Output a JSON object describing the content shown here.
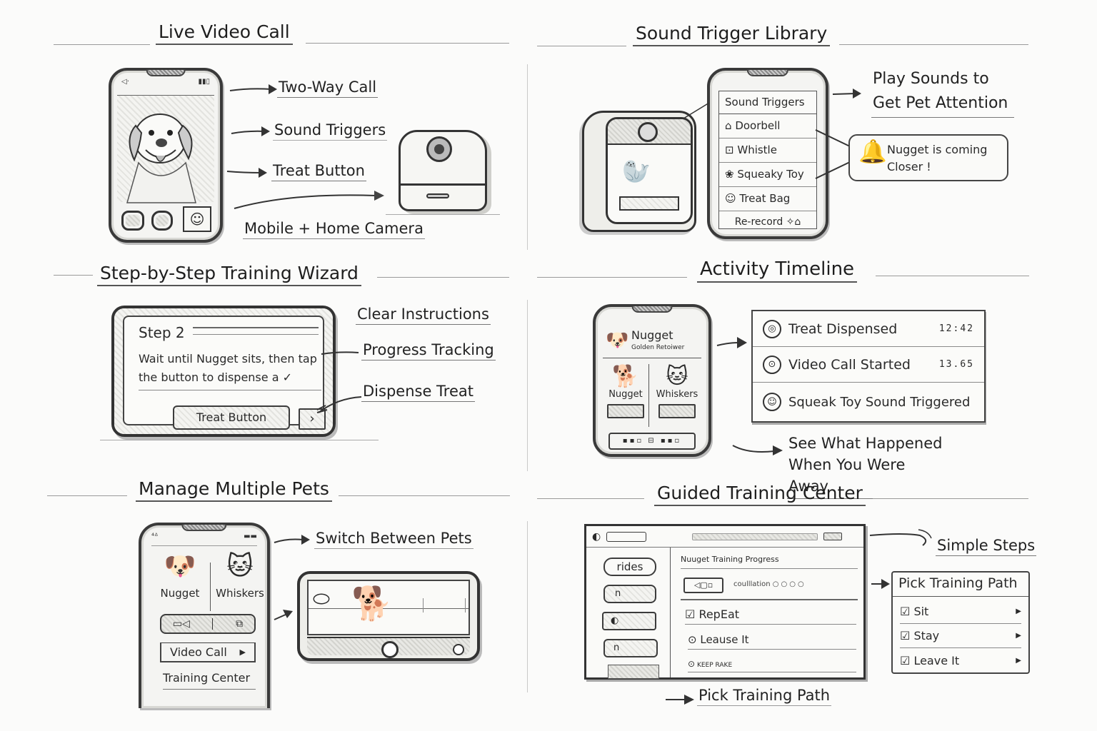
{
  "sections": {
    "live_video_call": {
      "title": "Live Video Call",
      "callouts": [
        "Two-Way Call",
        "Sound Triggers",
        "Treat Button",
        "Mobile + Home Camera"
      ],
      "phone_status_left": "◁·",
      "phone_status_right": "▮▮▯"
    },
    "sound_trigger_library": {
      "title": "Sound Trigger Library",
      "list_header": "Sound Triggers",
      "items": [
        {
          "icon": "⌂",
          "label": "Doorbell"
        },
        {
          "icon": "⊡",
          "label": "Whistle"
        },
        {
          "icon": "❀",
          "label": "Squeaky Toy"
        },
        {
          "icon": "☺",
          "label": "Treat Bag"
        }
      ],
      "rerecord_label": "Re-record ✧⌂",
      "callout": "Play Sounds to Get Pet Attention",
      "notification": "Nugget is coming Closer !"
    },
    "training_wizard": {
      "title": "Step-by-Step Training Wizard",
      "step_label": "Step 2",
      "instruction": "Wait until Nugget sits, then tap the button to dispense a ✓",
      "treat_button": "Treat Button",
      "next_button": "›",
      "callouts": [
        "Clear Instructions",
        "Progress Tracking",
        "Dispense Treat"
      ]
    },
    "activity_timeline": {
      "title": "Activity Timeline",
      "pet_name": "Nugget",
      "pet_breed": "Golden Retoiwer",
      "pets": [
        "Nugget",
        "Whiskers"
      ],
      "events": [
        {
          "icon": "◎",
          "label": "Treat Dispensed",
          "time": "12:42"
        },
        {
          "icon": "⊙",
          "label": "Video Call Started",
          "time": "13.65"
        },
        {
          "icon": "☺",
          "label": "Squeak Toy Sound Triggered",
          "time": ""
        }
      ],
      "callout": "See What Happened When You Were Away"
    },
    "multiple_pets": {
      "title": "Manage Multiple Pets",
      "pets": [
        "Nugget",
        "Whiskers"
      ],
      "video_call_button": "Video Call",
      "training_center_label": "Training Center",
      "callout": "Switch Between Pets"
    },
    "guided_training": {
      "title": "Guided Training Center",
      "sidebar_items": [
        "rides",
        "n",
        "◐",
        "n"
      ],
      "progress_title": "Nuuget Training Progress",
      "progress_label": "coulllation",
      "progress_dots": "○○○○",
      "tasks": [
        {
          "type": "check",
          "label": "RepEat"
        },
        {
          "type": "circle",
          "label": "Leause It"
        },
        {
          "type": "circle",
          "label": "KEEP RAKE"
        }
      ],
      "callout_simple_steps": "Simple Steps",
      "callout_pick_path": "Pick Training Path",
      "path_panel": {
        "title": "Pick Training Path",
        "items": [
          "Sit",
          "Stay",
          "Leave It"
        ]
      }
    }
  }
}
